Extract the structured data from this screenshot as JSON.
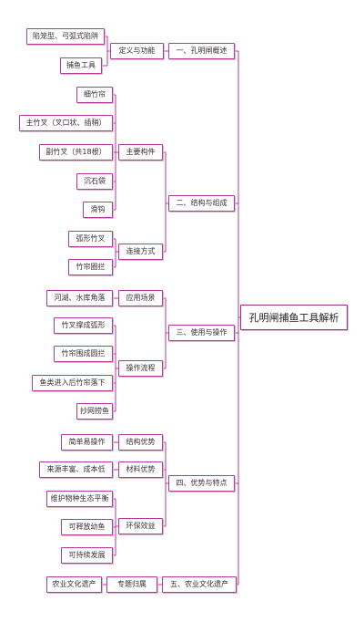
{
  "root": "孔明闸捕鱼工具解析",
  "sections": [
    {
      "label": "一、孔明闸概述",
      "groups": [
        {
          "label": "定义与功能",
          "leaves": [
            "陷笼型、弓弧式陷阱",
            "捕鱼工具"
          ]
        }
      ]
    },
    {
      "label": "二、结构与组成",
      "groups": [
        {
          "label": "主要构件",
          "leaves": [
            "细竹帘",
            "主竹叉（叉口状、插稍）",
            "副竹叉（共18根）",
            "沉石袋",
            "滑钩"
          ]
        },
        {
          "label": "连接方式",
          "leaves": [
            "弧形竹叉",
            "竹帘圈拦"
          ]
        }
      ]
    },
    {
      "label": "三、使用与操作",
      "groups": [
        {
          "label": "应用场景",
          "leaves": [
            "河湖、水库角落"
          ]
        },
        {
          "label": "操作流程",
          "leaves": [
            "竹叉撑成弧形",
            "竹帘围成圆拦",
            "鱼类进入后竹帘落下",
            "抄网捞鱼"
          ]
        }
      ]
    },
    {
      "label": "四、优势与特点",
      "groups": [
        {
          "label": "结构优势",
          "leaves": [
            "简单易操作"
          ]
        },
        {
          "label": "材料优势",
          "leaves": [
            "来源丰富、成本低"
          ]
        },
        {
          "label": "环保效益",
          "leaves": [
            "维护物种生态平衡",
            "可释放幼鱼",
            "可持续发展"
          ]
        }
      ]
    },
    {
      "label": "五、农业文化遗产",
      "groups": [
        {
          "label": "专题归属",
          "leaves": [
            "农业文化遗产"
          ]
        }
      ]
    }
  ]
}
